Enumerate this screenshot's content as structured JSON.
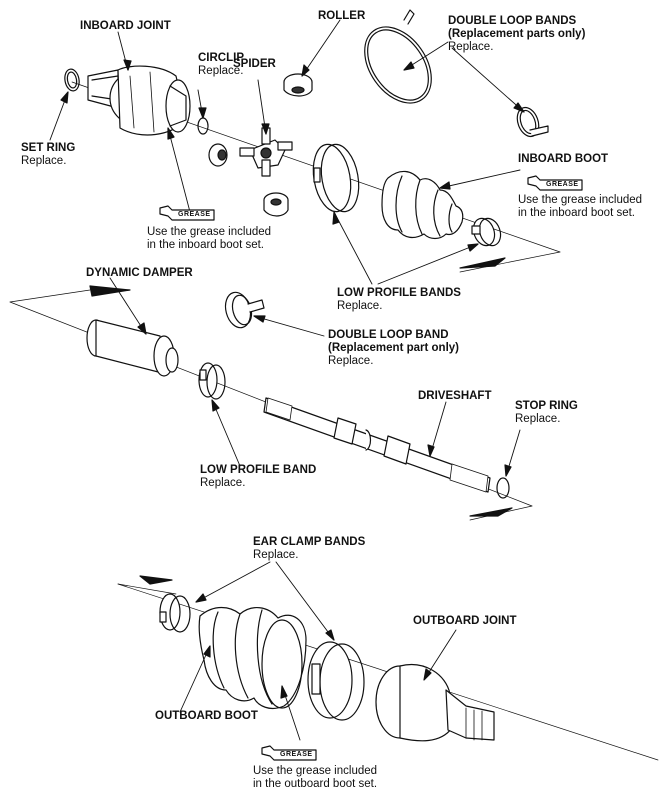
{
  "labels": {
    "inboard_joint": {
      "title": "INBOARD JOINT"
    },
    "roller": {
      "title": "ROLLER"
    },
    "double_loop_bands": {
      "title": "DOUBLE LOOP BANDS",
      "sub": "(Replacement parts only)",
      "note": "Replace."
    },
    "circlip": {
      "title": "CIRCLIP",
      "note": "Replace."
    },
    "spider": {
      "title": "SPIDER"
    },
    "set_ring": {
      "title": "SET RING",
      "note": "Replace."
    },
    "inboard_boot": {
      "title": "INBOARD BOOT"
    },
    "low_profile_bands": {
      "title": "LOW PROFILE BANDS",
      "note": "Replace."
    },
    "dynamic_damper": {
      "title": "DYNAMIC DAMPER"
    },
    "double_loop_band": {
      "title": "DOUBLE LOOP BAND",
      "sub": "(Replacement part only)",
      "note": "Replace."
    },
    "driveshaft": {
      "title": "DRIVESHAFT"
    },
    "stop_ring": {
      "title": "STOP RING",
      "note": "Replace."
    },
    "low_profile_band": {
      "title": "LOW PROFILE BAND",
      "note": "Replace."
    },
    "ear_clamp_bands": {
      "title": "EAR CLAMP BANDS",
      "note": "Replace."
    },
    "outboard_joint": {
      "title": "OUTBOARD JOINT"
    },
    "outboard_boot": {
      "title": "OUTBOARD BOOT"
    }
  },
  "grease_notes": {
    "tube_label": "GREASE",
    "inboard_left": {
      "line1": "Use the grease included",
      "line2": "in the inboard boot set."
    },
    "inboard_right": {
      "line1": "Use the grease included",
      "line2": "in the inboard boot set."
    },
    "outboard": {
      "line1": "Use the grease included",
      "line2": "in the outboard boot set."
    }
  }
}
